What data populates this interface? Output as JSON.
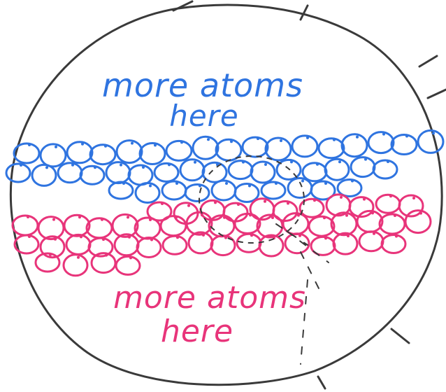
{
  "labels": {
    "top_line1": "more atoms",
    "top_line2": "here",
    "bottom_line1": "more atoms",
    "bottom_line2": "here"
  },
  "colors": {
    "ink": "#3a3a3a",
    "blue": "#2f74e0",
    "pink": "#e8347a",
    "background": "#ffffff"
  },
  "layers": [
    {
      "name": "blue-atom-layer",
      "color": "blue"
    },
    {
      "name": "pink-atom-layer",
      "color": "pink"
    }
  ],
  "annotations": {
    "dashed_circle": "magnified-region-marker"
  }
}
